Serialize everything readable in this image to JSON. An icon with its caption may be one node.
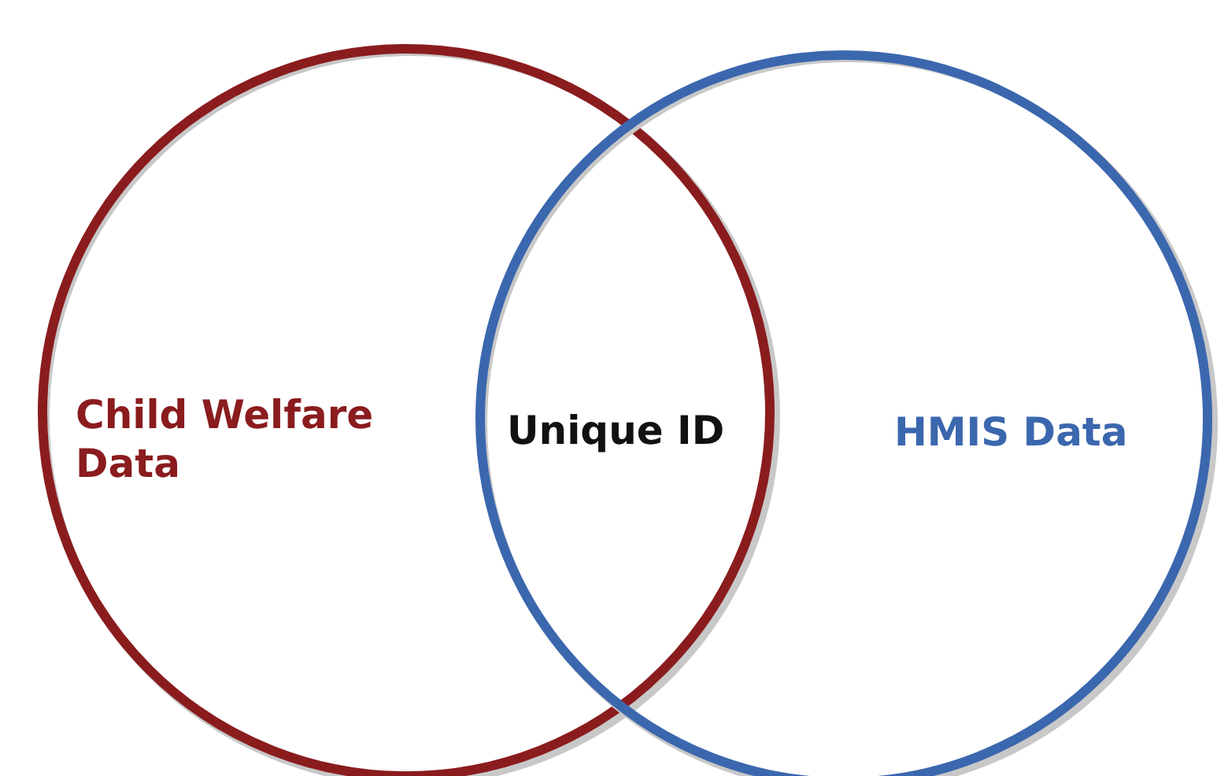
{
  "diagram": {
    "nodes": [
      {
        "text": [
          "Child Welfare Data"
        ]
      },
      {
        "text": [
          "HMIS Data"
        ]
      }
    ],
    "edges": [],
    "labels": [
      "Unique ID"
    ]
  }
}
